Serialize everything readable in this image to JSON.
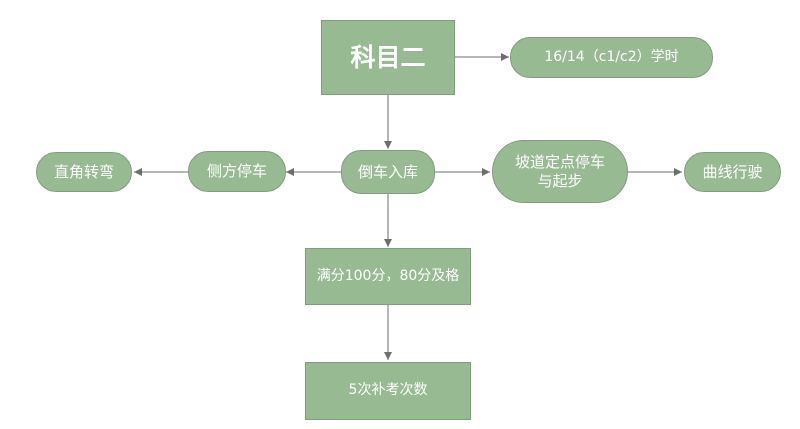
{
  "diagram": {
    "colors": {
      "node_fill": "#97ba93",
      "node_border": "#7f9f7b",
      "text": "#ffffff",
      "edge": "#6e6e6e"
    },
    "nodes": {
      "root": "科目二",
      "hours": "16/14（c1/c2）学时",
      "reverse_parking": "倒车入库",
      "side_parking": "侧方停车",
      "right_angle_turn": "直角转弯",
      "slope_stop_start": "坡道定点停车\n与起步",
      "curve_driving": "曲线行驶",
      "score": "满分100分，80分及格",
      "retake": "5次补考次数"
    }
  }
}
